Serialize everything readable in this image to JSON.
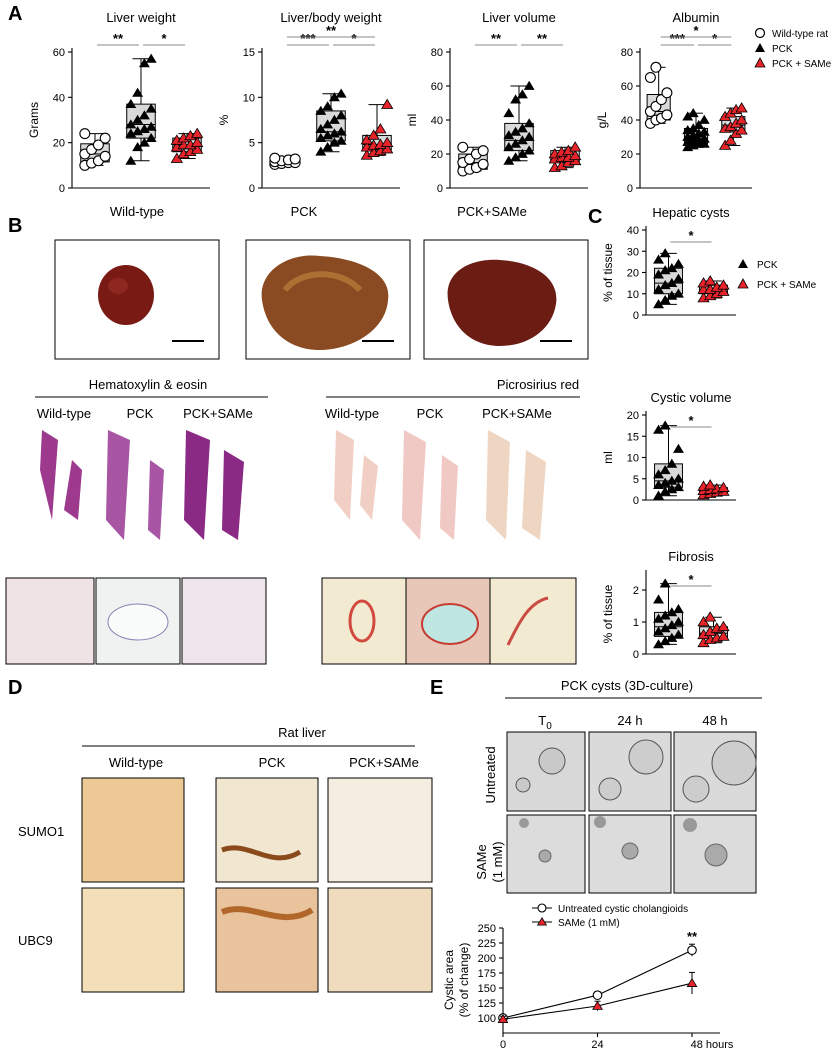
{
  "panel_labels": {
    "a": "A",
    "b": "B",
    "c": "C",
    "d": "D",
    "e": "E"
  },
  "colors": {
    "red": "#e8242b",
    "box": "#d9d9d9",
    "photo_bg": "#f3efe6"
  },
  "panel_b": {
    "liver_labels": [
      "Wild-type",
      "PCK",
      "PCK+SAMe"
    ],
    "he_title": "Hematoxylin & eosin",
    "pr_title": "Picrosirius red",
    "section_labels": [
      "Wild-type",
      "PCK",
      "PCK+SAMe"
    ]
  },
  "panel_d": {
    "title": "Rat liver",
    "cols": [
      "Wild-type",
      "PCK",
      "PCK+SAMe"
    ],
    "rows": [
      "SUMO1",
      "UBC9"
    ]
  },
  "panel_e": {
    "title": "PCK cysts (3D-culture)",
    "cols": [
      "T0",
      "24 h",
      "48 h"
    ],
    "t0_main": "T",
    "t0_sub": "0",
    "rows": [
      "Untreated",
      "SAMe",
      "(1 mM)"
    ]
  },
  "chart_data": [
    {
      "type": "scatter",
      "panel": "A",
      "title": "Liver weight",
      "ylabel": "Grams",
      "ylim": [
        0,
        60
      ],
      "yticks": [
        0,
        20,
        40,
        60
      ],
      "groups": [
        "Wild-type rat",
        "PCK",
        "PCK + SAMe"
      ],
      "box": [
        {
          "min": 10,
          "q1": 11.5,
          "med": 15,
          "q3": 19.5,
          "max": 24
        },
        {
          "min": 12,
          "q1": 22,
          "med": 28,
          "q3": 37,
          "max": 57
        },
        {
          "min": 13,
          "q1": 16,
          "med": 19,
          "q3": 22,
          "max": 24
        }
      ],
      "points": [
        [
          10,
          11,
          12,
          14,
          15,
          17,
          19,
          22,
          24
        ],
        [
          12,
          18,
          20,
          22,
          24,
          25,
          26,
          27,
          28,
          30,
          32,
          35,
          37,
          42,
          55,
          57
        ],
        [
          13,
          15,
          16,
          17,
          18,
          19,
          19,
          20,
          21,
          22,
          23,
          24
        ]
      ],
      "sig": [
        {
          "from": 0,
          "to": 1,
          "label": "**"
        },
        {
          "from": 1,
          "to": 2,
          "label": "*"
        }
      ]
    },
    {
      "type": "scatter",
      "panel": "A",
      "title": "Liver/body weight",
      "ylabel": "%",
      "ylim": [
        0,
        15
      ],
      "yticks": [
        0,
        5,
        10,
        15
      ],
      "groups": [
        "Wild-type rat",
        "PCK",
        "PCK + SAMe"
      ],
      "box": [
        {
          "min": 2.6,
          "q1": 2.7,
          "med": 2.9,
          "q3": 3.1,
          "max": 3.3
        },
        {
          "min": 4,
          "q1": 5.2,
          "med": 6.2,
          "q3": 8.5,
          "max": 10.4
        },
        {
          "min": 3.6,
          "q1": 4.2,
          "med": 4.8,
          "q3": 5.8,
          "max": 9.2
        }
      ],
      "points": [
        [
          2.6,
          2.7,
          2.8,
          2.8,
          2.9,
          3,
          3.1,
          3.2,
          3.3
        ],
        [
          4,
          4.5,
          5,
          5.2,
          5.5,
          5.8,
          6,
          6.2,
          6.5,
          7,
          7.5,
          8,
          8.5,
          9,
          10,
          10.4
        ],
        [
          3.6,
          3.9,
          4.1,
          4.3,
          4.5,
          4.7,
          4.8,
          5,
          5.3,
          5.8,
          6.5,
          9.2
        ]
      ],
      "sig": [
        {
          "from": 0,
          "to": 1,
          "label": "***"
        },
        {
          "from": 1,
          "to": 2,
          "label": "*"
        },
        {
          "from": 0,
          "to": 2,
          "label": "**"
        }
      ]
    },
    {
      "type": "scatter",
      "panel": "A",
      "title": "Liver volume",
      "ylabel": "ml",
      "ylim": [
        0,
        80
      ],
      "yticks": [
        0,
        20,
        40,
        60,
        80
      ],
      "groups": [
        "Wild-type rat",
        "PCK",
        "PCK + SAMe"
      ],
      "box": [
        {
          "min": 10,
          "q1": 11,
          "med": 15,
          "q3": 20,
          "max": 24
        },
        {
          "min": 16,
          "q1": 22,
          "med": 28,
          "q3": 38,
          "max": 60
        },
        {
          "min": 12,
          "q1": 15,
          "med": 18,
          "q3": 22,
          "max": 24
        }
      ],
      "points": [
        [
          10,
          11,
          12,
          14,
          15,
          17,
          20,
          22,
          24
        ],
        [
          16,
          18,
          20,
          22,
          24,
          26,
          28,
          30,
          31,
          33,
          35,
          38,
          44,
          52,
          55,
          60
        ],
        [
          12,
          13,
          15,
          16,
          17,
          18,
          18,
          19,
          20,
          21,
          22,
          24
        ]
      ],
      "sig": [
        {
          "from": 0,
          "to": 1,
          "label": "**"
        },
        {
          "from": 1,
          "to": 2,
          "label": "**"
        }
      ]
    },
    {
      "type": "scatter",
      "panel": "A",
      "title": "Albumin",
      "ylabel": "g/L",
      "ylim": [
        0,
        80
      ],
      "yticks": [
        0,
        20,
        40,
        60,
        80
      ],
      "groups": [
        "Wild-type rat",
        "PCK",
        "PCK + SAMe"
      ],
      "box": [
        {
          "min": 38,
          "q1": 40,
          "med": 45,
          "q3": 55,
          "max": 71
        },
        {
          "min": 24,
          "q1": 26,
          "med": 29,
          "q3": 35,
          "max": 44
        },
        {
          "min": 25,
          "q1": 33,
          "med": 37,
          "q3": 42,
          "max": 47
        }
      ],
      "points": [
        [
          38,
          40,
          41,
          43,
          45,
          48,
          52,
          56,
          65,
          71
        ],
        [
          24,
          25,
          26,
          26,
          27,
          28,
          28,
          29,
          30,
          31,
          32,
          33,
          34,
          35,
          37,
          40,
          42,
          44
        ],
        [
          25,
          28,
          32,
          34,
          35,
          36,
          38,
          40,
          42,
          44,
          46,
          47
        ]
      ],
      "sig": [
        {
          "from": 0,
          "to": 1,
          "label": "***"
        },
        {
          "from": 1,
          "to": 2,
          "label": "*"
        },
        {
          "from": 0,
          "to": 2,
          "label": "*"
        }
      ]
    },
    {
      "type": "scatter",
      "panel": "C",
      "title": "Hepatic cysts",
      "ylabel": "% of tissue",
      "ylim": [
        0,
        40
      ],
      "yticks": [
        0,
        10,
        20,
        30,
        40
      ],
      "groups": [
        "PCK",
        "PCK + SAMe"
      ],
      "box": [
        {
          "min": 5,
          "q1": 10,
          "med": 15,
          "q3": 22,
          "max": 29
        },
        {
          "min": 8,
          "q1": 10,
          "med": 12,
          "q3": 14,
          "max": 16
        }
      ],
      "points": [
        [
          5,
          7,
          9,
          10,
          12,
          14,
          15,
          17,
          19,
          21,
          22,
          24,
          26,
          29
        ],
        [
          8,
          9,
          10,
          11,
          12,
          12,
          13,
          14,
          15,
          16
        ]
      ],
      "sig": [
        {
          "from": 0,
          "to": 1,
          "label": "*"
        }
      ]
    },
    {
      "type": "scatter",
      "panel": "C",
      "title": "Cystic volume",
      "ylabel": "ml",
      "ylim": [
        0,
        20
      ],
      "yticks": [
        0,
        5,
        10,
        15,
        20
      ],
      "groups": [
        "PCK",
        "PCK + SAMe"
      ],
      "box": [
        {
          "min": 1,
          "q1": 3,
          "med": 4.5,
          "q3": 8.5,
          "max": 17.5
        },
        {
          "min": 1.2,
          "q1": 1.8,
          "med": 2.3,
          "q3": 2.9,
          "max": 3.5
        }
      ],
      "points": [
        [
          1,
          2,
          2.5,
          3,
          3.5,
          4,
          4.5,
          5,
          6,
          7,
          8.5,
          12,
          16.5,
          17.5
        ],
        [
          1.2,
          1.5,
          1.8,
          2,
          2.2,
          2.4,
          2.6,
          2.9,
          3.2,
          3.5
        ]
      ],
      "sig": [
        {
          "from": 0,
          "to": 1,
          "label": "*"
        }
      ]
    },
    {
      "type": "scatter",
      "panel": "C",
      "title": "Fibrosis",
      "ylabel": "% of tissue",
      "ylim": [
        0,
        2.5
      ],
      "yticks": [
        0,
        1,
        2
      ],
      "groups": [
        "PCK",
        "PCK + SAMe"
      ],
      "box": [
        {
          "min": 0.3,
          "q1": 0.55,
          "med": 0.85,
          "q3": 1.3,
          "max": 2.2
        },
        {
          "min": 0.35,
          "q1": 0.5,
          "med": 0.65,
          "q3": 0.85,
          "max": 1.15
        }
      ],
      "points": [
        [
          0.3,
          0.4,
          0.5,
          0.6,
          0.7,
          0.8,
          0.9,
          1,
          1.1,
          1.2,
          1.3,
          1.4,
          1.7,
          2.2
        ],
        [
          0.35,
          0.45,
          0.5,
          0.55,
          0.6,
          0.7,
          0.8,
          0.85,
          1,
          1.15
        ]
      ],
      "sig": [
        {
          "from": 0,
          "to": 1,
          "label": "*"
        }
      ]
    },
    {
      "type": "line",
      "panel": "E",
      "ylabel_1": "Cystic area",
      "ylabel_2": "(% of change)",
      "xlabel": "hours",
      "x": [
        0,
        24,
        48
      ],
      "xticklabels": [
        "0",
        "24",
        "48 hours"
      ],
      "ylim": [
        75,
        250
      ],
      "yticks": [
        100,
        125,
        150,
        175,
        200,
        225,
        250
      ],
      "series": [
        {
          "name": "Untreated cystic cholangioids",
          "values": [
            100,
            138,
            213
          ],
          "err": [
            5,
            6,
            10
          ],
          "marker": "open-circle"
        },
        {
          "name": "SAMe (1 mM)",
          "values": [
            98,
            120,
            158
          ],
          "err": [
            5,
            8,
            18
          ],
          "marker": "red-triangle"
        }
      ],
      "annotations": [
        {
          "x": 48,
          "label": "**"
        }
      ]
    }
  ],
  "legend_a": [
    {
      "label": "Wild-type rat",
      "marker": "open-circle"
    },
    {
      "label": "PCK",
      "marker": "black-triangle"
    },
    {
      "label": "PCK + SAMe",
      "marker": "red-triangle"
    }
  ],
  "legend_c": [
    {
      "label": "PCK",
      "marker": "black-triangle"
    },
    {
      "label": "PCK + SAMe",
      "marker": "red-triangle"
    }
  ]
}
